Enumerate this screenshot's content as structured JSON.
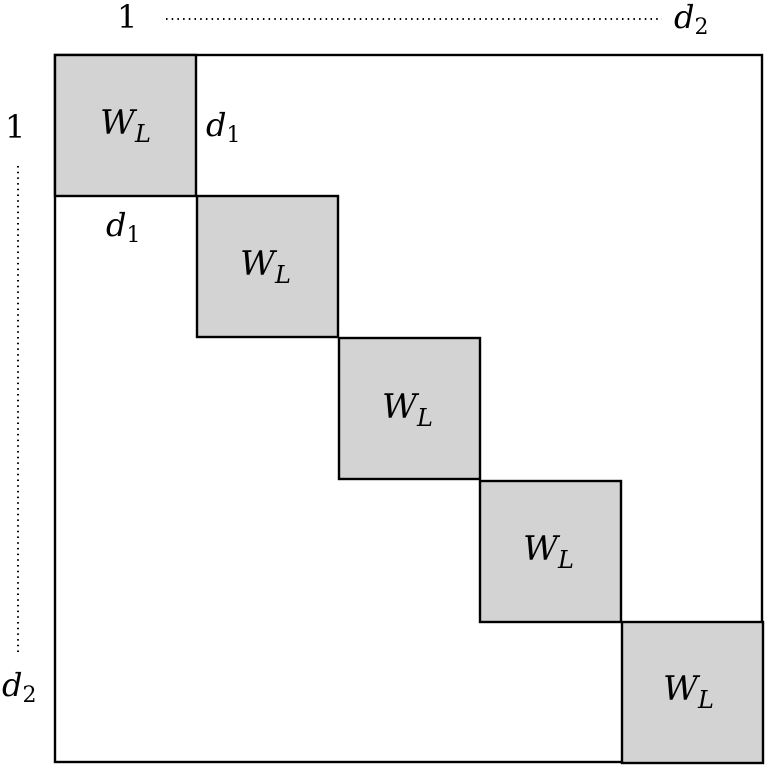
{
  "diagram": {
    "top_axis": {
      "start": "1",
      "end_main": "d",
      "end_sub": "2"
    },
    "left_axis": {
      "start": "1",
      "end_main": "d",
      "end_sub": "2"
    },
    "block_size": {
      "main": "d",
      "sub": "1"
    },
    "blocks": [
      {
        "main": "W",
        "sub": "L"
      },
      {
        "main": "W",
        "sub": "L"
      },
      {
        "main": "W",
        "sub": "L"
      },
      {
        "main": "W",
        "sub": "L"
      },
      {
        "main": "W",
        "sub": "L"
      }
    ],
    "colors": {
      "block_fill": "#d3d3d3",
      "stroke": "#000000",
      "background": "#ffffff"
    }
  }
}
